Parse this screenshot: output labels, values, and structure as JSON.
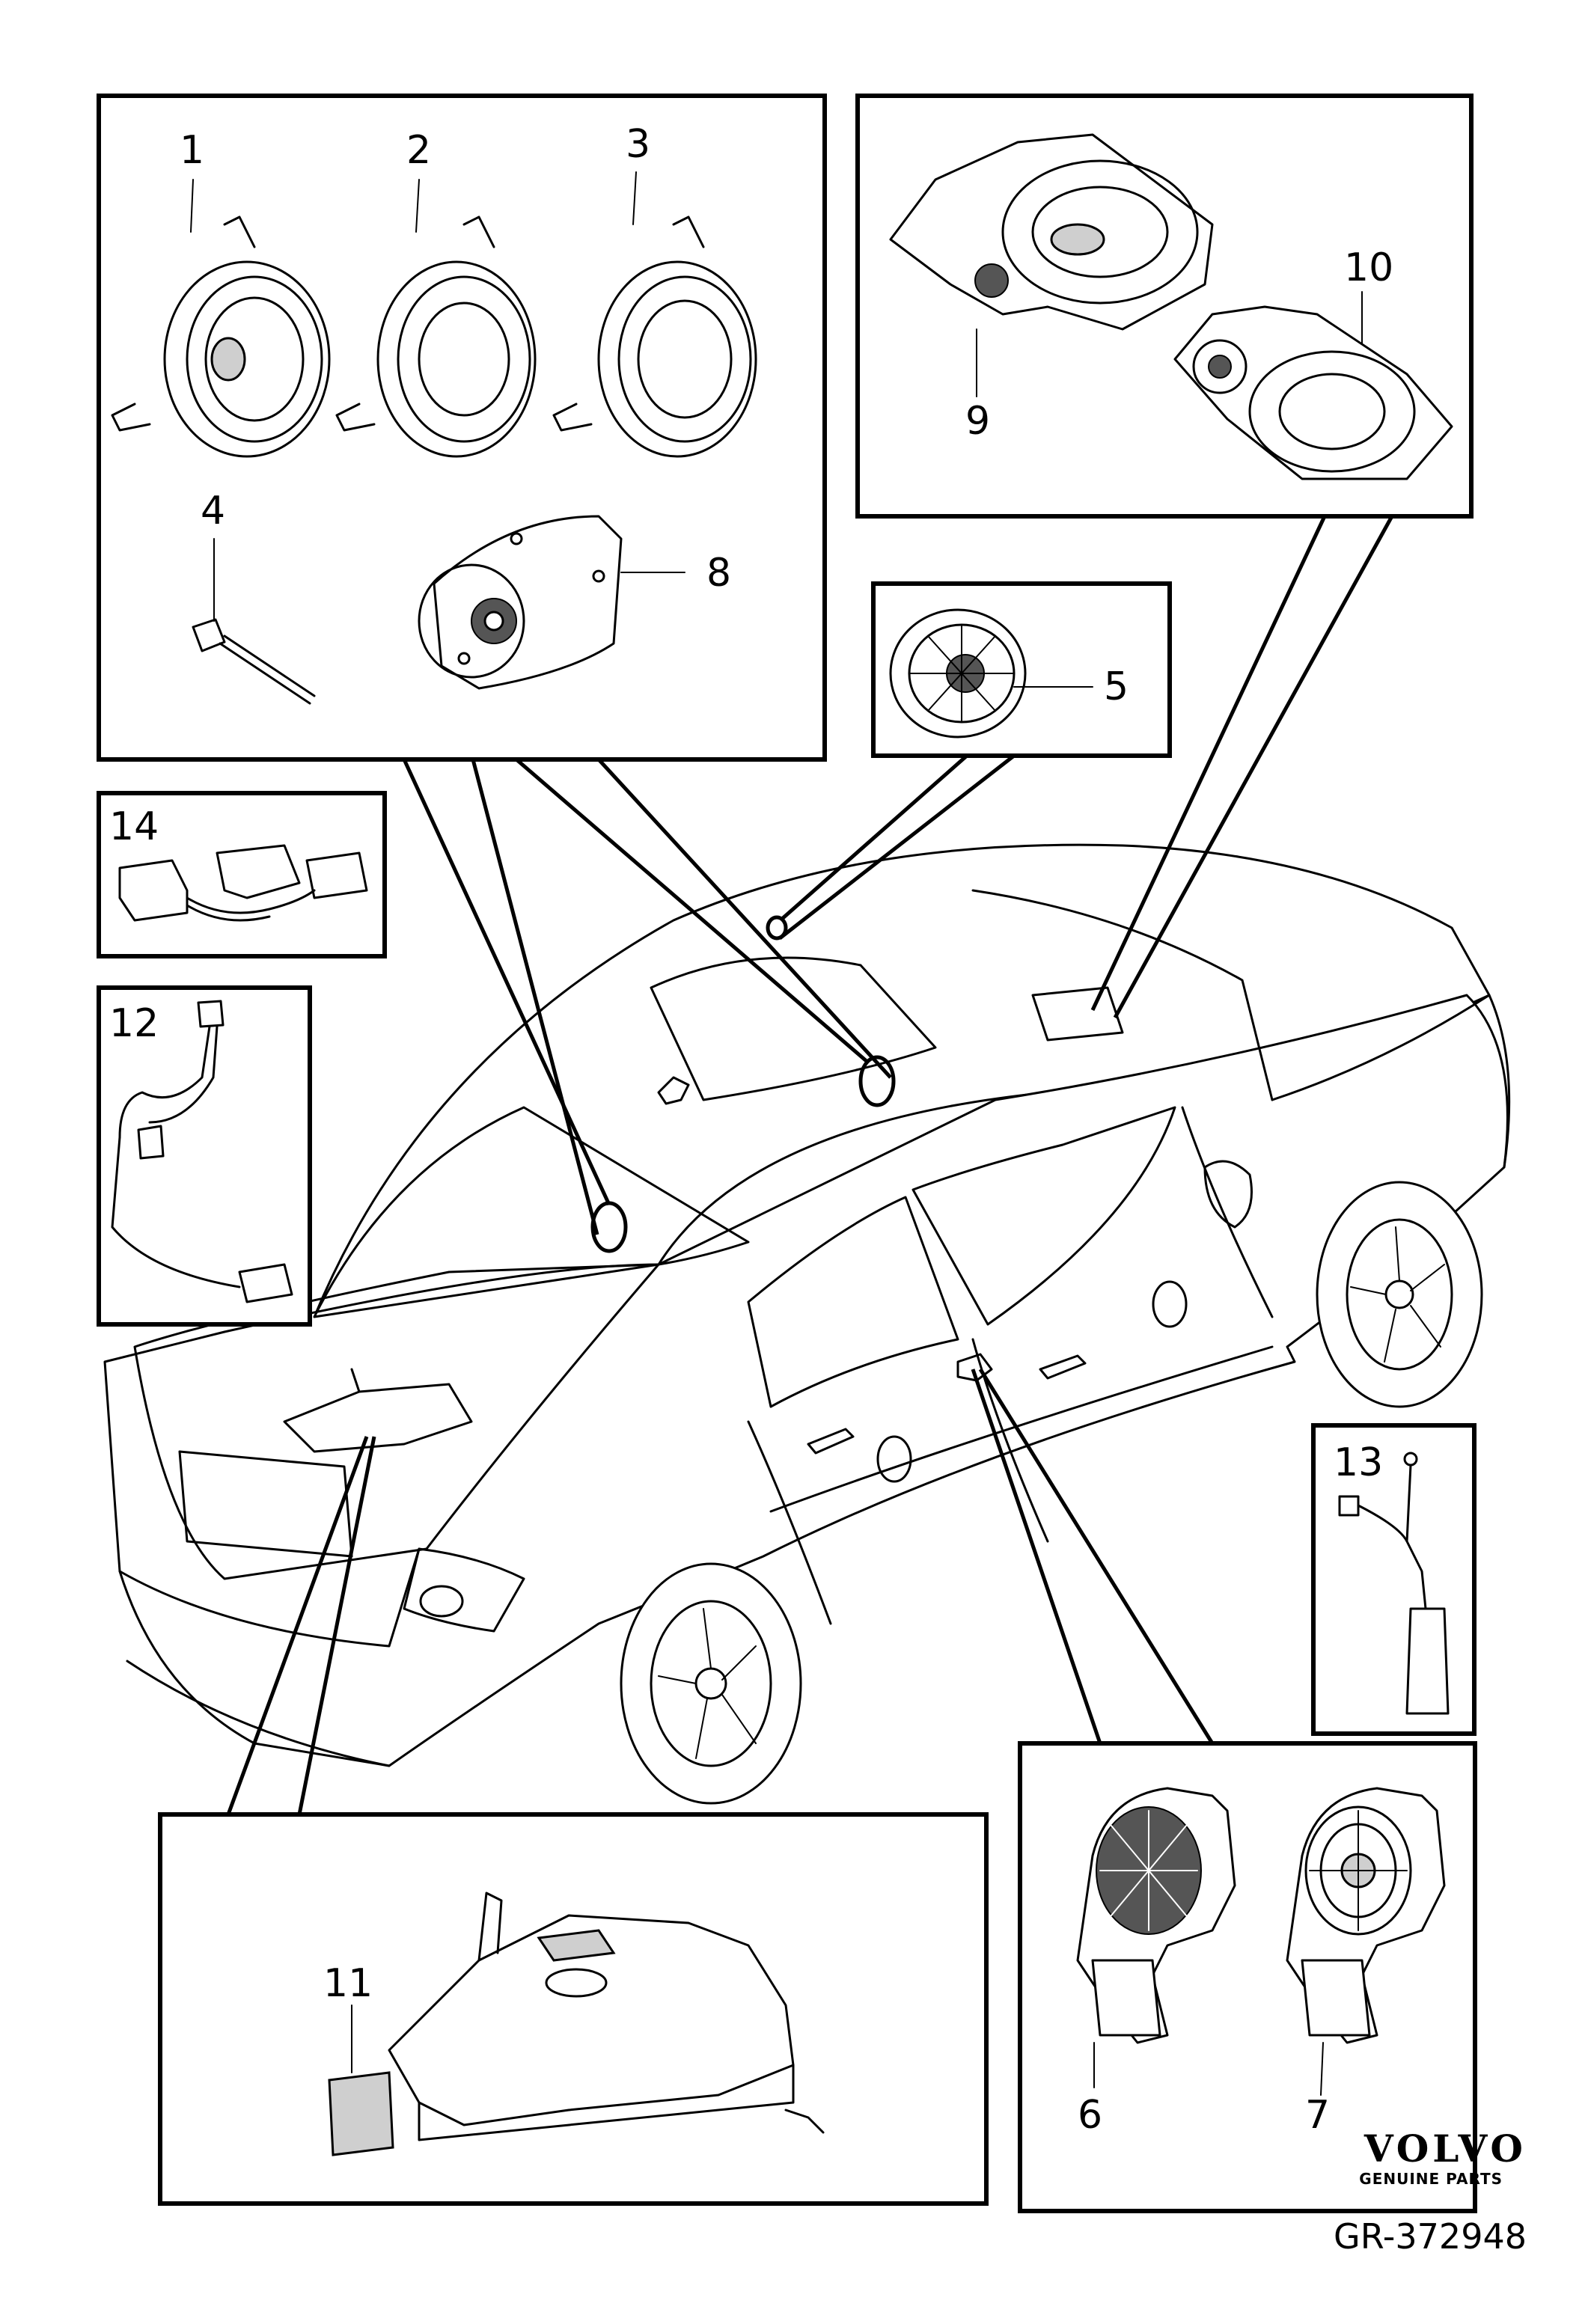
{
  "callouts": {
    "c1": "1",
    "c2": "2",
    "c3": "3",
    "c4": "4",
    "c5": "5",
    "c6": "6",
    "c7": "7",
    "c8": "8",
    "c9": "9",
    "c10": "10",
    "c11": "11",
    "c12": "12",
    "c13": "13",
    "c14": "14"
  },
  "branding": {
    "logo": "VOLVO",
    "tagline": "GENUINE PARTS"
  },
  "figure_id": "GR-372948"
}
